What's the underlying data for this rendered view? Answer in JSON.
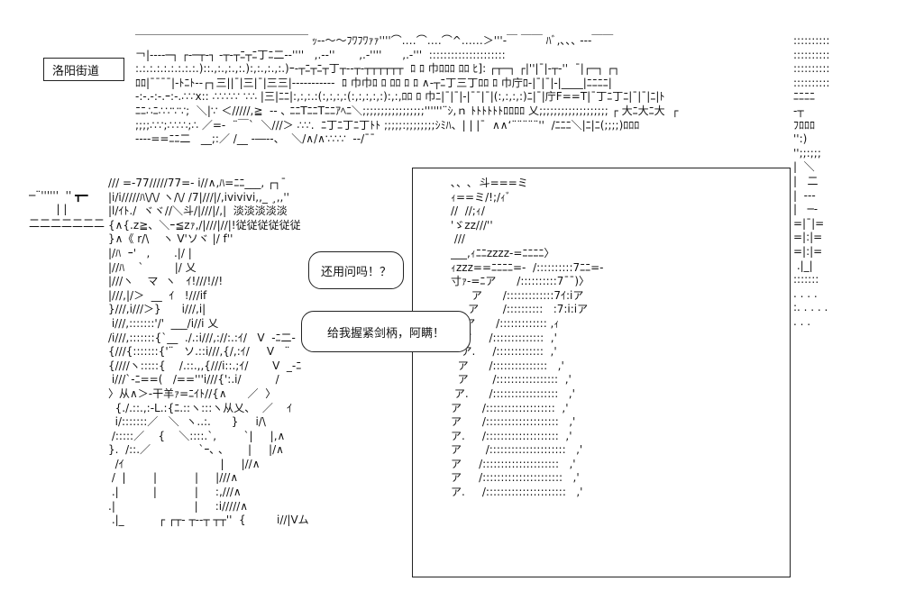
{
  "place_label": "洛阳街道",
  "speech": {
    "question": "还用问吗！？",
    "line": "给我握紧剑柄，阿瞒！"
  },
  "art": {
    "top_city": "￣￣￣￣￣￣￣￣￣￣￣￣￣￣￣￣ ｯ‐‐～～ﾌﾜﾌﾜｧｧ''''⌒‥‥⌒‥‥⌒^‥‥‥＞'''‐￣ ￣￣ ﾊﾞ,､､､ ‐‐‐￣￣\n￢|‐‐‐‐─┐ ┌‐─┬‐┐ ‐┬‐┬ﾆ┬ﾆ丁ﾆ二‐‐''''   ,.-‐''       ,.-''''      ,.-'''  :::::::::::::::::::::\n:.:.:.:.:.:.:.:.:.)::.,:.,:.,:.):,:.,:.,:.)ｰ‐┬ﾆ┬ﾆ┬丁┬‐‐┬‐┬┬┬┬┬┬  ﾛ ﾛ 巾ﾛﾛﾛ ﾛﾛ ﾋ]: ┌┬─┐ ┌|''|¯|‐┬‐''  ¯|┌─┐ ┌┐\nﾛﾛ|¯¯¯¯|‐ﾄﾆﾄ‐‐┌┐三||¯|三|¯|三三|‐‐‐‐‐‐‐‐‐‐‐  ﾛ 巾巾ﾛ ﾛ ﾛﾛ ﾛ ﾛ ∧‐┬ﾆ丁三丁ﾛﾛ ﾛ 巾庁ﾛ‐|¯|¯|‐|____|ﾆﾆﾆﾆ|\n‐:‐.‐:‐.ｰ:‐.∴∵x:: ∴∵∴∵ ∵∴ |三|ﾆﾆ|:,:,:.:(:,:,:,:(:,:,:,:,:):,:,ﾛﾛ ﾛ 巾ﾆ|¯|¯|‐|¯¯|¯|(:,:,:,:)ﾆ|¯|庁F==T|¯丁ﾆ丁ﾆ|¯|¯|ﾆ|ﾄ\nﾆﾆ∴ﾆ∴∵∵∵;  ＼|∵ ＜/////,≧  ‐‐ ､ ﾆﾆTﾆﾆTﾆﾆｱﾍﾆ＼;;;;;;;;;;;;;;;;;''''''¨ｼ,ｎ ﾄﾄﾄﾄﾄﾄﾛﾛﾛﾛ 乂;;;;;;;;;;;;;;;;;;; ┌ 大ﾆ大ﾆ大  ┌\n;;;;∴∵;∴∵∴;∴ ／=-  ¨￣`  ＼///＞ ∴∵.  ﾆ丁ﾆ丁ﾆ丁ﾄﾄ ;;;;;:;;;;;;;;ｼﾐﾊ、| | |¯  ∧∧‘¨¨¨¨¨''  /ﾆﾆﾆ＼|ﾆ|ﾆ(;;;;)ﾛﾛﾛ\n‐‐‐‐==ﾆﾆ二   __;:／ /__ ‐―‐-、  ＼/∧/∧∵∴∵  --/¯¯",
    "left_edge": "\n\n\n\n\n\n\n\n\n\n\n─¨''''''  '' ┳━\n        | |\n二二二二二二二\n\n\n\n\n\n\n\n\n\n\n\n\n\n\n\n\n\n\n\n\n\n\n",
    "character": "/// =-77/////77=- i//∧,ﾊ=ﾆﾆ___, ┌┐¯\n|i/i/////ﾊ\\/\\/ ヽ/\\/ /7|///|/,ivivivi,,_ ¸,,''\n|l/ｲﾄ./  ヾヾ//＼斗/|///|/,|  淡淡淡淡淡\n{∧{.z≧、＼ｰ≦zｧ,/|///|//|!従従従従従従\n}∧《 r/\\    ヽ V'ソヾ |/ f''\n|/ﾊ  ｰ'   ,       .|/ |\n|//ﾊ    `         |/ 乂\n|///ヽ    マ  ヽ   ｲ!///!//!\n|///,|/＞  __  ｲ   !///if\n}///,i///＞}      i///,i|\n i///,:::::::'/'  ___/i//i 乂\n/i///,:::::::{`__  ./.:i///,://:.:ｲ/   V  -ﾆ二-\n{///{:::::::{'¨   ソ.::i///,{/,:ｲ/     V   ¨\n{////ヽ:::::{    /.::.,,{///i::.;ｲ/       V  _-ﾆ\n i///`-ﾆ==(   /=='''i///{':.i/          /\n〉从∧＞‐干羊ｧ=ﾆｲﾄ//{∧      ／  〉\n  {./.::.,:-L.:{ﾆ.::ヽ:::ヽ从乂、  ／    ｲ\n  i/:::::::／   ＼  ヽ..:.      }     i/\\\n /:::::／    {    ＼::::.`,        `|     |,∧\n}.  /::.／              `ｰ､ ､       |     |/∧\n  /ｲ                            |     |//∧\n /  |        |           |     |///∧\n .|          |           |     :,///∧\n.|                       |     :i/////∧\n .|_          ┌ ┌┬- ┬‐‐┬ ┬┬''  {         i//|Vム",
    "sword": "､、､  斗===ミ\nｨ==ミ/!;/ｨﾞ\n//  //;ｨ/\n'ゞzz///''\n ///\n___,ｨﾆﾆzzzz‐=ﾆﾆﾆﾆ〉\nｨzzz==ﾆﾆﾆﾆ=‐  /::::::::::7ﾆﾆ=-\n寸ｧ-=ﾆア      /::::::::::7¯¯)〉\n      ア      /:::::::::::::7ｲ:iア\n     ア       /::::::::::   :7:i:iア\n    ア      /::::::::::::: ,ｨ\n   ア     /::::::::::::::  ,'\n   ア.     /:::::::::::::  ,'\n  ア      /:::::::::::::::   ,'\n  ア       /:::::::::::::::::  ,'\n ア.      /::::::::::::::::::   ,'\nア      /:::::::::::::::::::  ,'\nア      /::::::::::::::::::::   ,'\nア.     /::::::::::::::::::::  ,'\nア       /:::::::::::::::::::::   ,'\nア     /:::::::::::::::::::::   ,'\nア     /::::::::::::::::::::::   ,'\nア.     /::::::::::::::::::::::   ,'",
    "right_edge": "::::::::::\n::::::::::\n::::::::::\n::::::::::\nﾆﾆﾆﾆ\n‐┬\nﾌﾛﾛﾛ\n'':)\n'';;:;;;\n|  ＼\n|   二\n|  ‐‐‐\n|   ─‐\n=|¯|=\n=|:|=\n=|:|=\n .|_|\n:::::::\n. . . .\n:. . . . .\n. . ."
  },
  "colors": {
    "ink": "#111111",
    "background": "#ffffff",
    "frame": "#222222"
  }
}
